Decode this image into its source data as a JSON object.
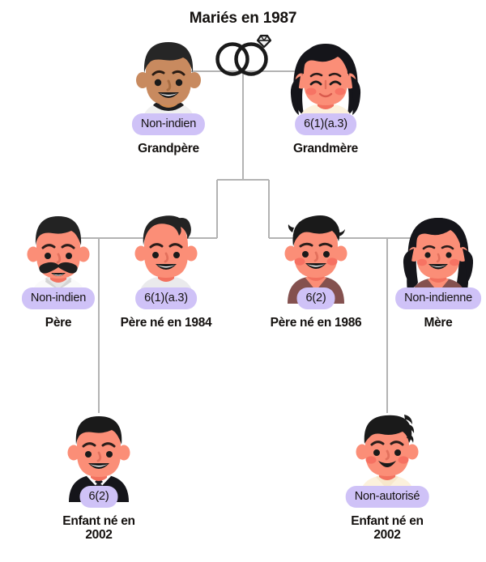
{
  "diagram": {
    "title": "Mariés en 1987",
    "marriage_icon": "wedding-rings-icon",
    "badge_color": "#cfc2f7",
    "line_color": "#b3b3b3"
  },
  "people": [
    {
      "id": "grandfather",
      "badge": "Non-indien",
      "caption": "Grandpère",
      "generation": 1,
      "avatar": "man-dark-hair-brown-skin-white-shirt"
    },
    {
      "id": "grandmother",
      "badge": "6(1)(a.3)",
      "caption": "Grandmère",
      "generation": 1,
      "avatar": "woman-long-black-hair-cream-top"
    },
    {
      "id": "father-non-indian",
      "badge": "Non-indien",
      "caption": "Père",
      "generation": 2,
      "avatar": "man-mustache-white-shirt"
    },
    {
      "id": "father-born-1984",
      "badge": "6(1)(a.3)",
      "caption": "Père né en 1984",
      "generation": 2,
      "avatar": "man-quiff-grey-shirt"
    },
    {
      "id": "father-born-1986",
      "badge": "6(2)",
      "caption": "Père né en 1986",
      "generation": 2,
      "avatar": "man-black-hair-maroon-vneck"
    },
    {
      "id": "mother-non-indian",
      "badge": "Non-indienne",
      "caption": "Mère",
      "generation": 2,
      "avatar": "woman-long-black-hair-maroon-vneck"
    },
    {
      "id": "child-left-2002",
      "badge": "6(2)",
      "caption": "Enfant né en\n2002",
      "generation": 3,
      "avatar": "boy-black-suit-tie"
    },
    {
      "id": "child-right-2002",
      "badge": "Non-autorisé",
      "caption": "Enfant né en\n2002",
      "generation": 3,
      "avatar": "boy-spiky-hair-cream-top"
    }
  ]
}
